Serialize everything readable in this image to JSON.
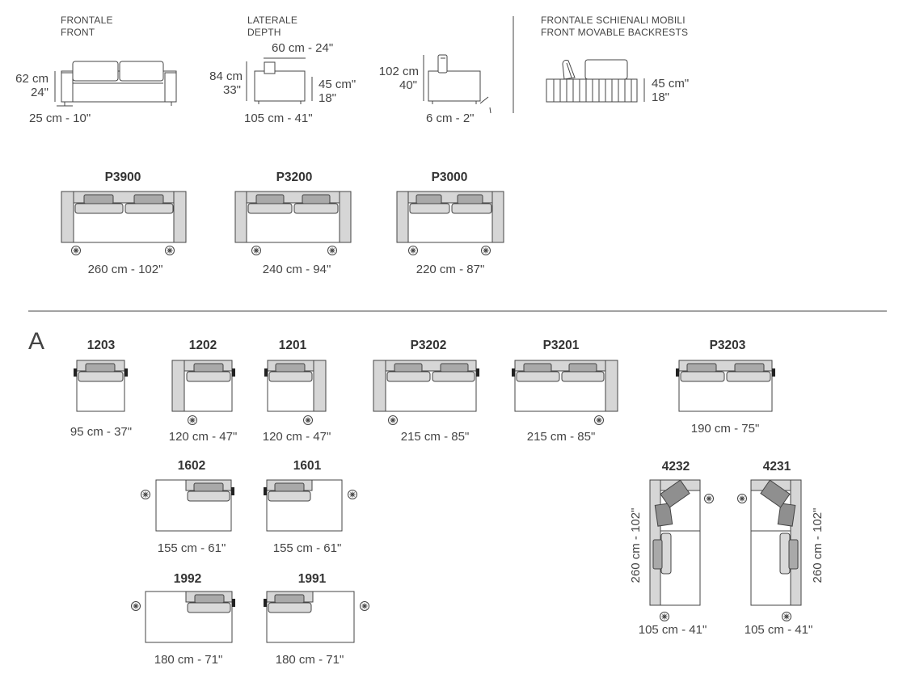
{
  "views": {
    "front": {
      "label_it": "FRONTALE",
      "label_en": "FRONT",
      "height": "62 cm",
      "height_in": "24\"",
      "foot": "25 cm - 10\""
    },
    "depth": {
      "label_it": "LATERALE",
      "label_en": "DEPTH",
      "height": "84 cm",
      "height_in": "33\"",
      "seat_depth": "60 cm - 24\"",
      "seat": "45 cm\"",
      "seat_in": "18\"",
      "depth": "105 cm - 41\""
    },
    "recline": {
      "height": "102 cm",
      "height_in": "40\"",
      "tilt": "6 cm - 2\""
    },
    "backrests": {
      "label_it": "FRONTALE SCHIENALI MOBILI",
      "label_en": "FRONT MOVABLE BACKRESTS",
      "seat": "45 cm\"",
      "seat_in": "18\""
    }
  },
  "sofas": [
    {
      "code": "P3900",
      "width": "260 cm - 102\""
    },
    {
      "code": "P3200",
      "width": "240 cm - 94\""
    },
    {
      "code": "P3000",
      "width": "220 cm - 87\""
    }
  ],
  "section_letter": "A",
  "modules": [
    {
      "code": "1203",
      "width": "95 cm - 37\""
    },
    {
      "code": "1202",
      "width": "120 cm - 47\""
    },
    {
      "code": "1201",
      "width": "120 cm - 47\""
    },
    {
      "code": "P3202",
      "width": "215 cm - 85\""
    },
    {
      "code": "P3201",
      "width": "215 cm - 85\""
    },
    {
      "code": "P3203",
      "width": "190 cm - 75\""
    },
    {
      "code": "1602",
      "width": "155 cm - 61\""
    },
    {
      "code": "1601",
      "width": "155 cm - 61\""
    },
    {
      "code": "1992",
      "width": "180 cm - 71\""
    },
    {
      "code": "1991",
      "width": "180 cm - 71\""
    },
    {
      "code": "4232",
      "width": "105 cm - 41\"",
      "length": "260 cm - 102\""
    },
    {
      "code": "4231",
      "width": "105 cm - 41\"",
      "length": "260 cm - 102\""
    }
  ]
}
